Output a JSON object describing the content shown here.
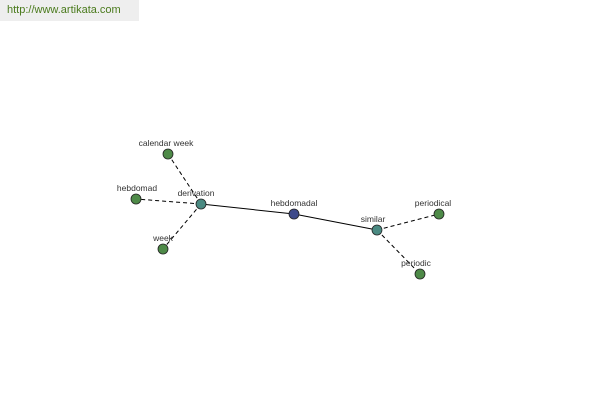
{
  "site": {
    "url_text": "http://www.artikata.com"
  },
  "colors": {
    "banner_bg": "#eeeeee",
    "url_text": "#4a7a1c",
    "edge": "#000000",
    "label": "#333333",
    "node_stroke": "#222222"
  },
  "graph": {
    "nodes": [
      {
        "id": "hebdomadal",
        "label": "hebdomadal",
        "kind": "root",
        "color": "#3e4a8a"
      },
      {
        "id": "derivation",
        "label": "derivation",
        "kind": "relation",
        "color": "#4a8a82"
      },
      {
        "id": "similar",
        "label": "similar",
        "kind": "relation",
        "color": "#4a8a82"
      },
      {
        "id": "calendar-week",
        "label": "calendar week",
        "kind": "word",
        "color": "#4e8a48"
      },
      {
        "id": "hebdomad",
        "label": "hebdomad",
        "kind": "word",
        "color": "#4e8a48"
      },
      {
        "id": "week",
        "label": "week",
        "kind": "word",
        "color": "#4e8a48"
      },
      {
        "id": "periodical",
        "label": "periodical",
        "kind": "word",
        "color": "#4e8a48"
      },
      {
        "id": "periodic",
        "label": "periodic",
        "kind": "word",
        "color": "#4e8a48"
      }
    ],
    "edges": [
      {
        "from": "hebdomadal",
        "to": "derivation",
        "style": "solid"
      },
      {
        "from": "hebdomadal",
        "to": "similar",
        "style": "solid"
      },
      {
        "from": "derivation",
        "to": "calendar-week",
        "style": "dashed"
      },
      {
        "from": "derivation",
        "to": "hebdomad",
        "style": "dashed"
      },
      {
        "from": "derivation",
        "to": "week",
        "style": "dashed"
      },
      {
        "from": "similar",
        "to": "periodical",
        "style": "dashed"
      },
      {
        "from": "similar",
        "to": "periodic",
        "style": "dashed"
      }
    ]
  }
}
